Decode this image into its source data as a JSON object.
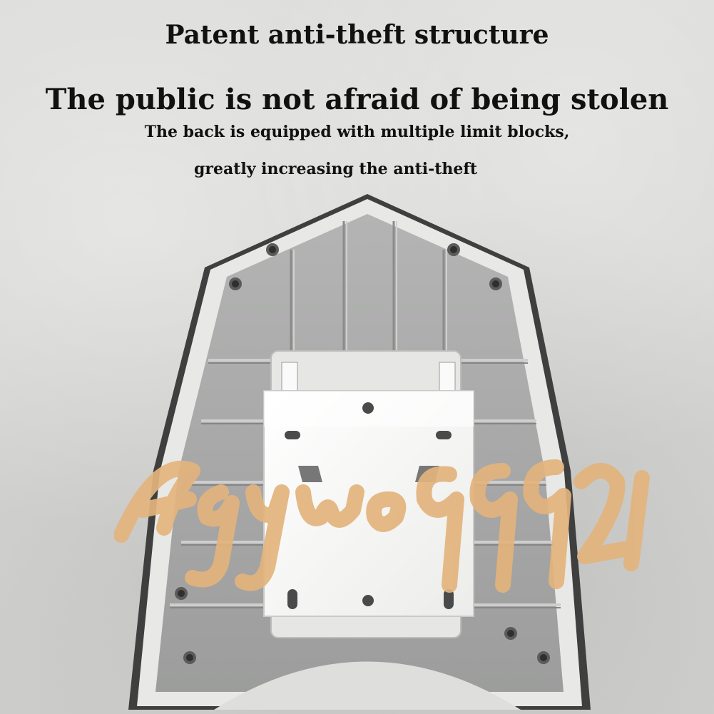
{
  "headings": {
    "title": "Patent anti-theft structure",
    "subtitle": "The public is not afraid of being stolen",
    "description_line1": "The back is equipped with multiple limit blocks,",
    "description_line2": "greatly increasing the anti-theft"
  },
  "watermark": {
    "text": "Agywo99921",
    "color": "#e3b47d"
  },
  "colors": {
    "housing_body": "#a8a9a8",
    "housing_rim": "#e8e8e6",
    "housing_edge": "#444444",
    "mounting_plate": "#f4f4f2",
    "background": "#d4d4d2"
  }
}
